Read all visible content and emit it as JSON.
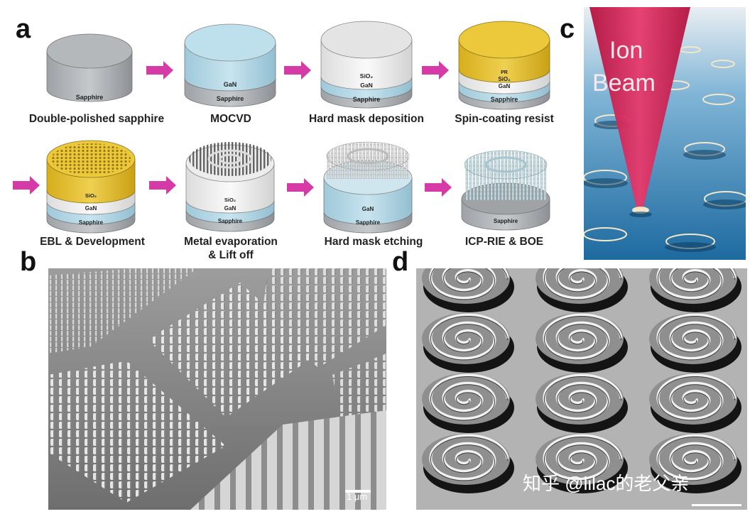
{
  "panels": {
    "a": {
      "letter": "a",
      "steps": [
        {
          "label": "Double-polished sapphire",
          "layers": [
            "Sapphire"
          ]
        },
        {
          "label": "MOCVD",
          "layers": [
            "GaN",
            "Sapphire"
          ]
        },
        {
          "label": "Hard mask deposition",
          "layers": [
            "SiO2",
            "GaN",
            "Sapphire"
          ]
        },
        {
          "label": "Spin-coating resist",
          "layers": [
            "PR",
            "SiO2",
            "GaN",
            "Sapphire"
          ]
        },
        {
          "label": "EBL & Development",
          "layers": [
            "SiO2",
            "GaN",
            "Sapphire"
          ]
        },
        {
          "label_line1": "Metal evaporation",
          "label_line2": "& Lift off",
          "layers": [
            "SiO2",
            "GaN",
            "Sapphire"
          ]
        },
        {
          "label": "Hard mask etching",
          "layers": [
            "GaN",
            "Sapphire"
          ]
        },
        {
          "label": "ICP-RIE & BOE",
          "layers": [
            "Sapphire"
          ]
        }
      ]
    },
    "b": {
      "letter": "b",
      "scale_bar": "1 μm"
    },
    "c": {
      "letter": "c",
      "beam_label_line1": "Ion",
      "beam_label_line2": "Beam"
    },
    "d": {
      "letter": "d",
      "watermark": "知乎 @lilac的老父亲"
    }
  },
  "colors": {
    "arrow": "#d63aa6",
    "sapphire": "#b9bcbf",
    "gan": "#b9dbe8",
    "sio2": "#f2f2f2",
    "resist": "#e7c43a",
    "ion_beam": "#d8235e",
    "substrate_blue": "#1e6fa6"
  }
}
